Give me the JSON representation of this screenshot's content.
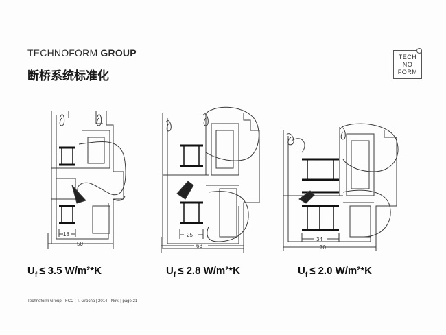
{
  "header": {
    "brand_light": "TECHNOFORM",
    "brand_bold": "GROUP",
    "title": "断桥系统标准化"
  },
  "logo": {
    "line1": "TECH",
    "line2": "NO",
    "line3": "FORM"
  },
  "profiles": [
    {
      "dim_inner": "18",
      "dim_outer": "50",
      "uf_prefix": "U",
      "uf_sub": "f",
      "uf_value": "≤ 3.5 W/m²*K"
    },
    {
      "dim_inner": "25",
      "dim_outer": "63",
      "uf_prefix": "U",
      "uf_sub": "f",
      "uf_value": "≤ 2.8 W/m²*K"
    },
    {
      "dim_inner": "34",
      "dim_outer": "70",
      "uf_prefix": "U",
      "uf_sub": "f",
      "uf_value": "≤ 2.0 W/m²*K"
    }
  ],
  "footer": {
    "text": "Technoform Group - FCC | T. Grocha | 2014 - Nov. | page 21"
  },
  "colors": {
    "line": "#3a3a3a",
    "text": "#111111"
  }
}
